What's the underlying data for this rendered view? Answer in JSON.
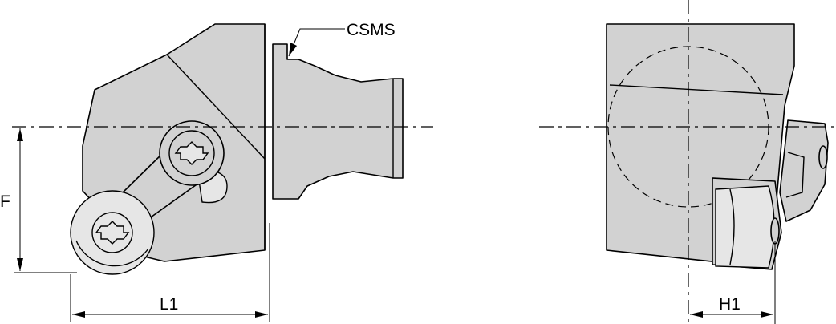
{
  "labels": {
    "csms": "CSMS",
    "f": "F",
    "l1": "L1",
    "h1": "H1"
  },
  "colors": {
    "body_fill": "#d2d2d2",
    "insert_fill": "#e6e6e6",
    "line": "#000000"
  }
}
